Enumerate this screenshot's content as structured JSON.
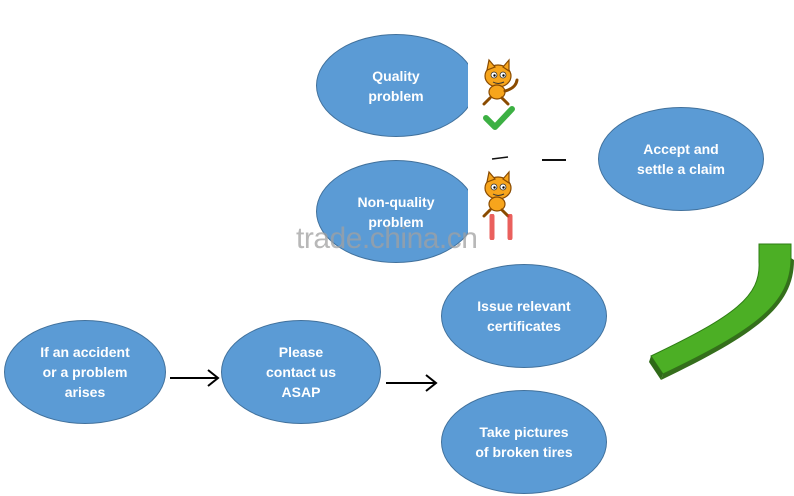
{
  "nodes": {
    "quality": "Quality\nproblem",
    "non_quality": "Non-quality\nproblem",
    "accept": "Accept and\nsettle a claim",
    "accident": "If an accident\nor a problem\narises",
    "contact": "Please\ncontact us\nASAP",
    "certificates": "Issue relevant\ncertificates",
    "pictures": "Take pictures\nof broken tires"
  },
  "watermark": "trade.china.cn",
  "icons": {
    "mascot": "cat-mascot-icon",
    "check": "check-mark-icon",
    "cross": "cross-mark-icon",
    "arrow": "right-arrow-icon",
    "curve": "green-curved-arrow-icon"
  },
  "colors": {
    "node_fill": "#5b9bd5",
    "node_border": "#41719c",
    "check_green": "#3cb043",
    "cross_red": "#e53935",
    "curve_green": "#4caf25"
  }
}
